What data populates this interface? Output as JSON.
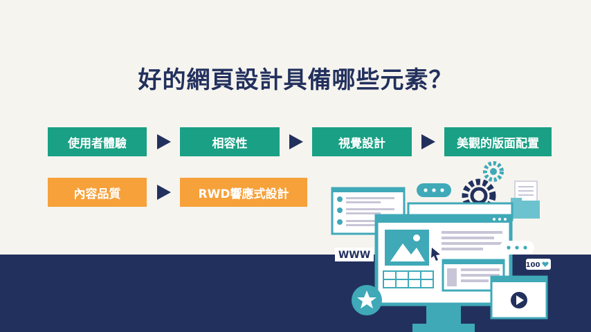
{
  "title": "好的網頁設計具備哪些元素？",
  "row1": [
    "使用者體驗",
    "相容性",
    "視覺設計",
    "美觀的版面配置"
  ],
  "row2": [
    "內容品質",
    "RWD響應式設計"
  ],
  "illustration": {
    "www_label": "WWW",
    "like_count": "100",
    "icons": [
      "gear-icon",
      "image-icon",
      "star-icon",
      "play-icon",
      "heart-icon",
      "chat-icon",
      "cursor-icon",
      "folder-icon"
    ]
  },
  "colors": {
    "background": "#f6f4ef",
    "navy": "#22305d",
    "green": "#1aa084",
    "orange": "#f6a13a",
    "teal": "#3fa9b8"
  }
}
